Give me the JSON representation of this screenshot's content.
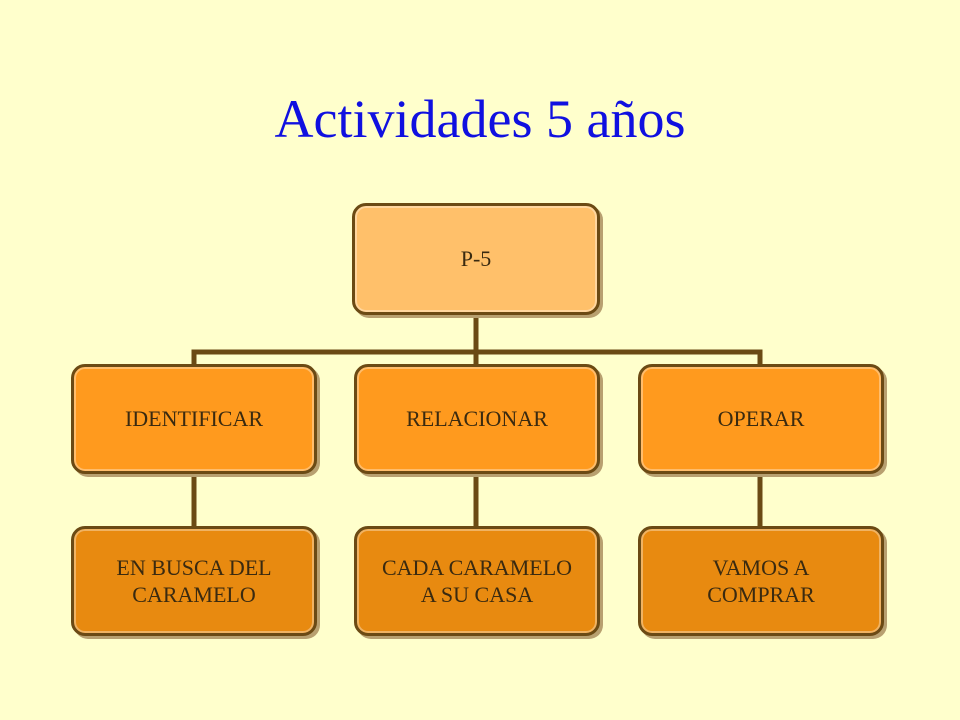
{
  "title": "Actividades 5 años",
  "diagram": {
    "root": "P-5",
    "branches": [
      {
        "label": "IDENTIFICAR",
        "child": "EN BUSCA DEL\nCARAMELO"
      },
      {
        "label": "RELACIONAR",
        "child": "CADA CARAMELO\nA SU CASA"
      },
      {
        "label": "OPERAR",
        "child": "VAMOS A\nCOMPRAR"
      }
    ]
  },
  "colors": {
    "background": "#FFFFCC",
    "title": "#1010E0",
    "root_fill": "#FFC06A",
    "branch_fill": "#FF9A1E",
    "leaf_fill": "#E88A10",
    "connector": "#6B4A14"
  }
}
